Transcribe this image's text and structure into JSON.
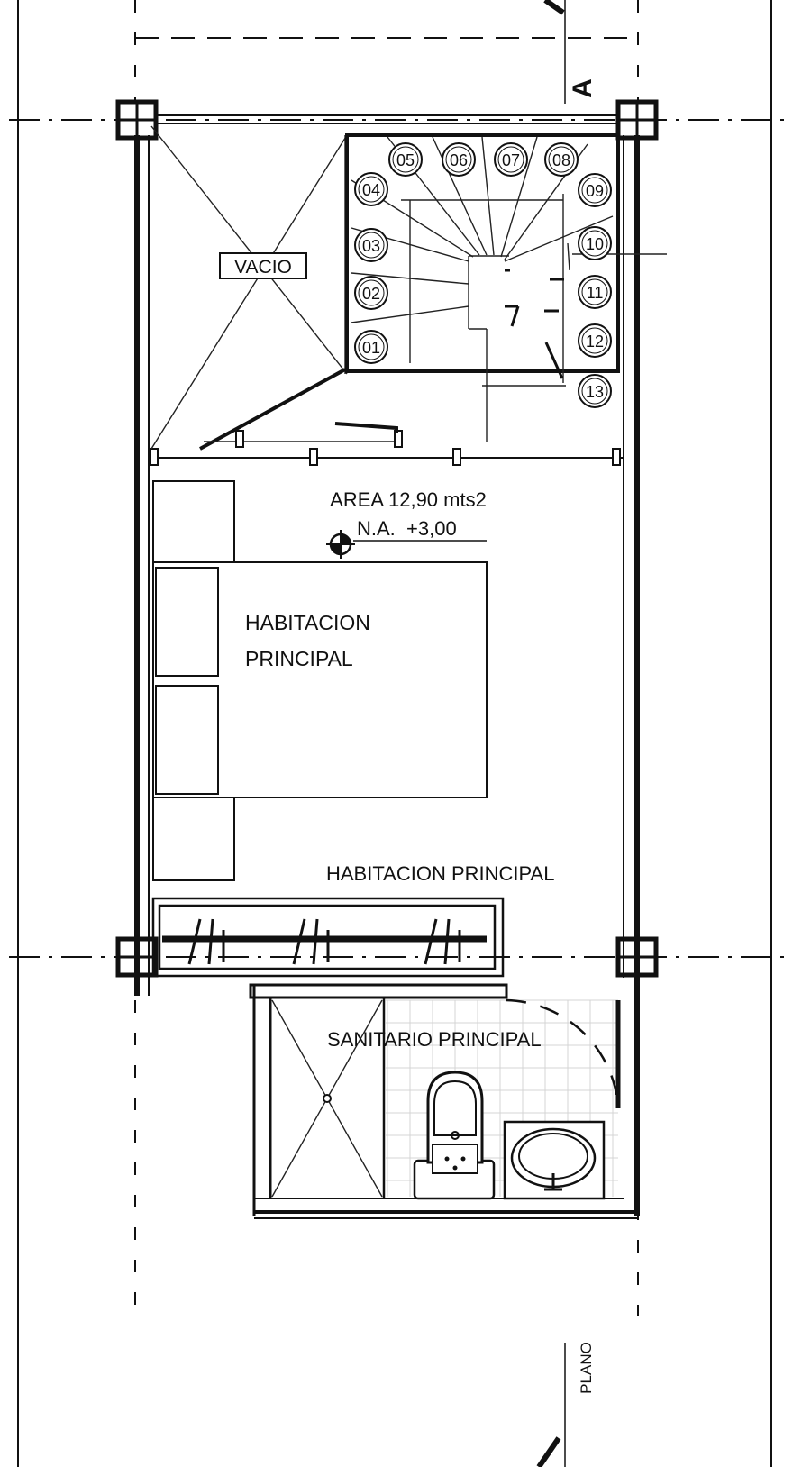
{
  "labels": {
    "vacio": "VACIO",
    "area": "AREA 12,90 mts2",
    "level": "N.A.  +3,00",
    "bedroom_name": "HABITACION\nPRINCIPAL",
    "bedroom_caption": "HABITACION PRINCIPAL",
    "bathroom": "SANITARIO PRINCIPAL",
    "section_mark": "A",
    "plano": "PLANO"
  },
  "stair_steps": [
    "01",
    "02",
    "03",
    "04",
    "05",
    "06",
    "07",
    "08",
    "09",
    "10",
    "11",
    "12",
    "13"
  ]
}
